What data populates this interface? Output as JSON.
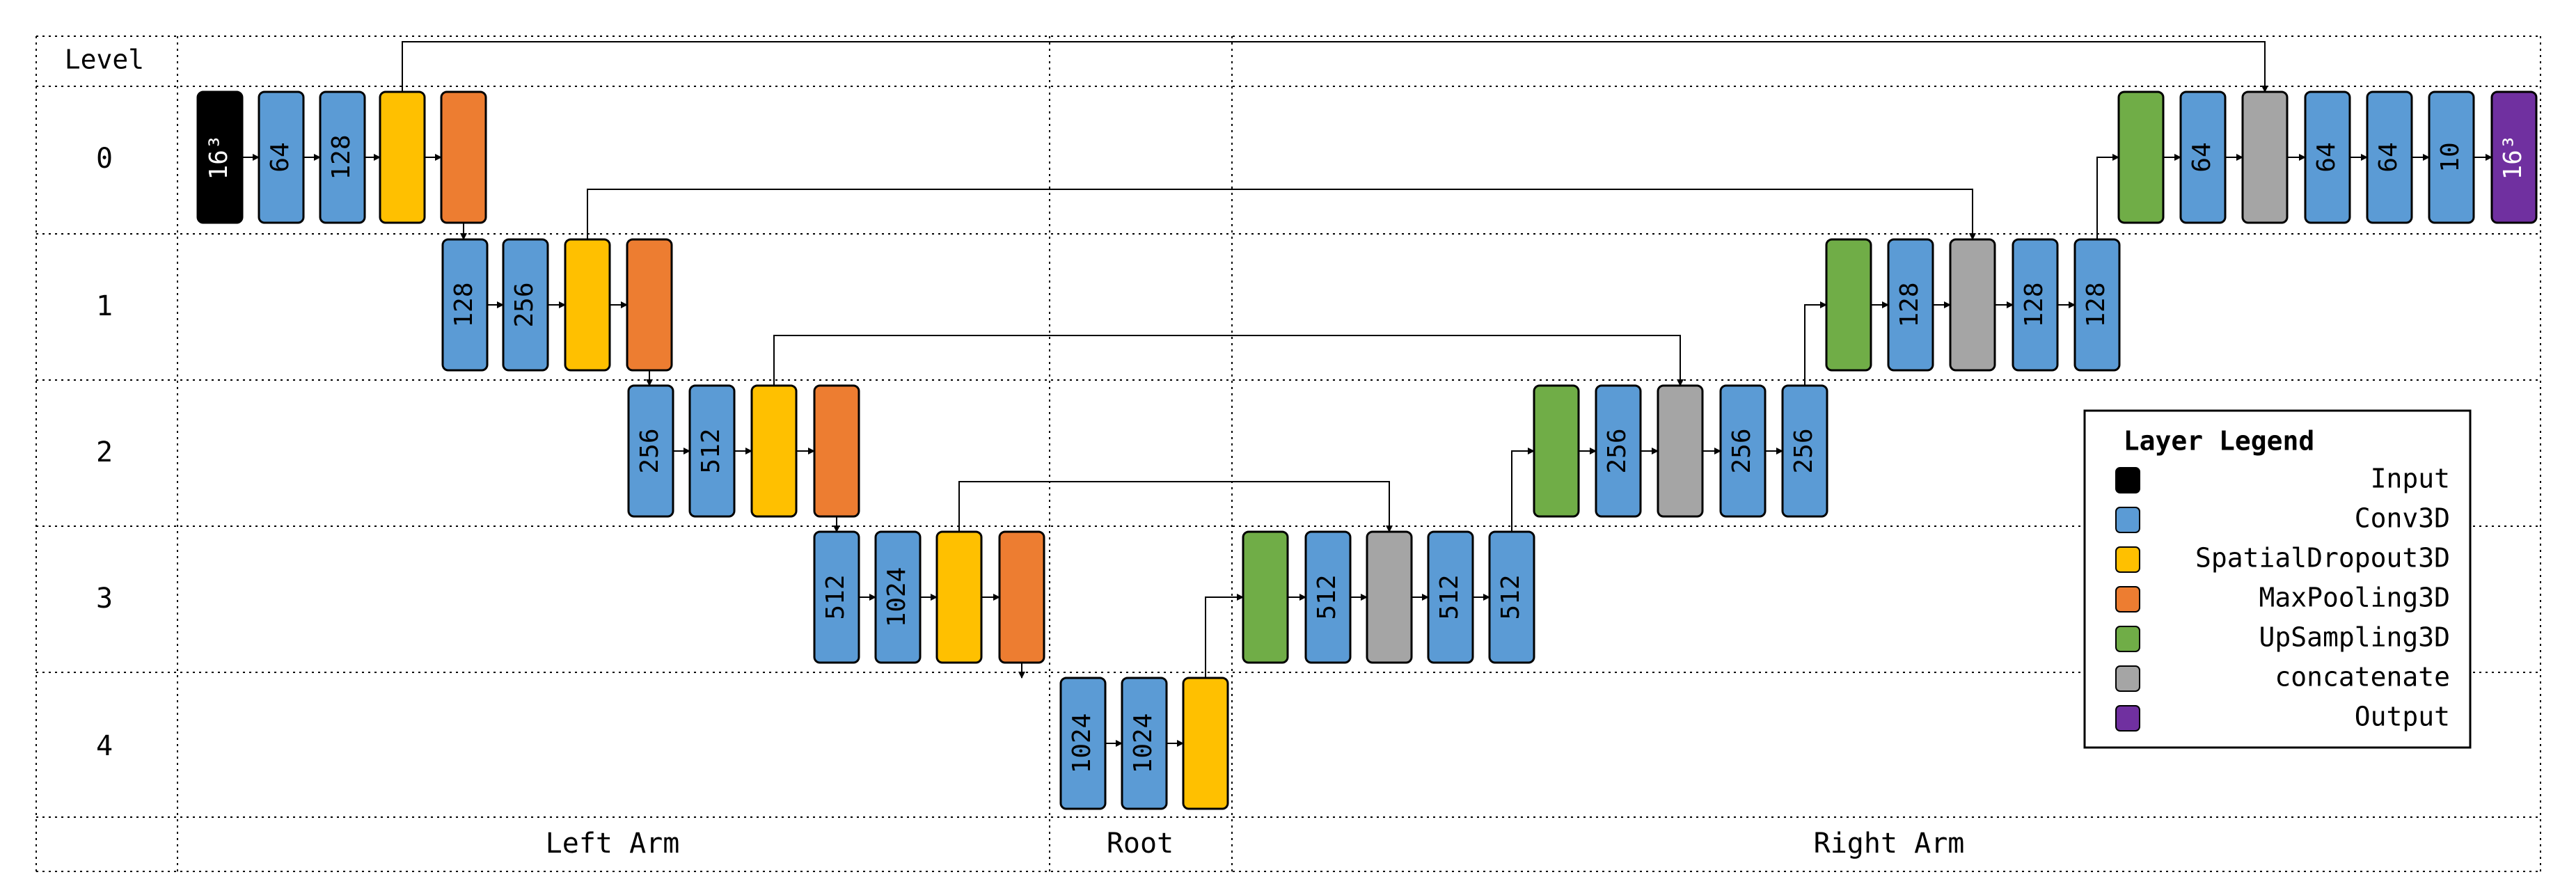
{
  "header": {
    "level_label": "Level"
  },
  "levels": [
    "0",
    "1",
    "2",
    "3",
    "4"
  ],
  "sections": {
    "left": "Left Arm",
    "root": "Root",
    "right": "Right Arm"
  },
  "colors": {
    "Input": "#000000",
    "Conv3D": "#5b9bd5",
    "SpatialDropout3D": "#ffc000",
    "MaxPooling3D": "#ed7d31",
    "UpSampling3D": "#70ad47",
    "concatenate": "#a5a5a5",
    "Output": "#7030a0"
  },
  "legend": {
    "title": "Layer Legend",
    "items": [
      {
        "type": "Input",
        "label": "Input"
      },
      {
        "type": "Conv3D",
        "label": "Conv3D"
      },
      {
        "type": "SpatialDropout3D",
        "label": "SpatialDropout3D"
      },
      {
        "type": "MaxPooling3D",
        "label": "MaxPooling3D"
      },
      {
        "type": "UpSampling3D",
        "label": "UpSampling3D"
      },
      {
        "type": "concatenate",
        "label": "concatenate"
      },
      {
        "type": "Output",
        "label": "Output"
      }
    ]
  },
  "blocks": [
    {
      "id": "in",
      "level": 0,
      "type": "Input",
      "label": "16³"
    },
    {
      "id": "c0a",
      "level": 0,
      "type": "Conv3D",
      "label": "64"
    },
    {
      "id": "c0b",
      "level": 0,
      "type": "Conv3D",
      "label": "128"
    },
    {
      "id": "d0",
      "level": 0,
      "type": "SpatialDropout3D",
      "label": ""
    },
    {
      "id": "p0",
      "level": 0,
      "type": "MaxPooling3D",
      "label": ""
    },
    {
      "id": "c1a",
      "level": 1,
      "type": "Conv3D",
      "label": "128"
    },
    {
      "id": "c1b",
      "level": 1,
      "type": "Conv3D",
      "label": "256"
    },
    {
      "id": "d1",
      "level": 1,
      "type": "SpatialDropout3D",
      "label": ""
    },
    {
      "id": "p1",
      "level": 1,
      "type": "MaxPooling3D",
      "label": ""
    },
    {
      "id": "c2a",
      "level": 2,
      "type": "Conv3D",
      "label": "256"
    },
    {
      "id": "c2b",
      "level": 2,
      "type": "Conv3D",
      "label": "512"
    },
    {
      "id": "d2",
      "level": 2,
      "type": "SpatialDropout3D",
      "label": ""
    },
    {
      "id": "p2",
      "level": 2,
      "type": "MaxPooling3D",
      "label": ""
    },
    {
      "id": "c3a",
      "level": 3,
      "type": "Conv3D",
      "label": "512"
    },
    {
      "id": "c3b",
      "level": 3,
      "type": "Conv3D",
      "label": "1024"
    },
    {
      "id": "d3",
      "level": 3,
      "type": "SpatialDropout3D",
      "label": ""
    },
    {
      "id": "p3",
      "level": 3,
      "type": "MaxPooling3D",
      "label": ""
    },
    {
      "id": "c4a",
      "level": 4,
      "type": "Conv3D",
      "label": "1024"
    },
    {
      "id": "c4b",
      "level": 4,
      "type": "Conv3D",
      "label": "1024"
    },
    {
      "id": "d4",
      "level": 4,
      "type": "SpatialDropout3D",
      "label": ""
    },
    {
      "id": "u3",
      "level": 3,
      "type": "UpSampling3D",
      "label": ""
    },
    {
      "id": "r3a",
      "level": 3,
      "type": "Conv3D",
      "label": "512"
    },
    {
      "id": "k3",
      "level": 3,
      "type": "concatenate",
      "label": ""
    },
    {
      "id": "r3b",
      "level": 3,
      "type": "Conv3D",
      "label": "512"
    },
    {
      "id": "r3c",
      "level": 3,
      "type": "Conv3D",
      "label": "512"
    },
    {
      "id": "u2",
      "level": 2,
      "type": "UpSampling3D",
      "label": ""
    },
    {
      "id": "r2a",
      "level": 2,
      "type": "Conv3D",
      "label": "256"
    },
    {
      "id": "k2",
      "level": 2,
      "type": "concatenate",
      "label": ""
    },
    {
      "id": "r2b",
      "level": 2,
      "type": "Conv3D",
      "label": "256"
    },
    {
      "id": "r2c",
      "level": 2,
      "type": "Conv3D",
      "label": "256"
    },
    {
      "id": "u1",
      "level": 1,
      "type": "UpSampling3D",
      "label": ""
    },
    {
      "id": "r1a",
      "level": 1,
      "type": "Conv3D",
      "label": "128"
    },
    {
      "id": "k1",
      "level": 1,
      "type": "concatenate",
      "label": ""
    },
    {
      "id": "r1b",
      "level": 1,
      "type": "Conv3D",
      "label": "128"
    },
    {
      "id": "r1c",
      "level": 1,
      "type": "Conv3D",
      "label": "128"
    },
    {
      "id": "u0",
      "level": 0,
      "type": "UpSampling3D",
      "label": ""
    },
    {
      "id": "r0a",
      "level": 0,
      "type": "Conv3D",
      "label": "64"
    },
    {
      "id": "k0",
      "level": 0,
      "type": "concatenate",
      "label": ""
    },
    {
      "id": "r0b",
      "level": 0,
      "type": "Conv3D",
      "label": "64"
    },
    {
      "id": "r0c",
      "level": 0,
      "type": "Conv3D",
      "label": "64"
    },
    {
      "id": "r0d",
      "level": 0,
      "type": "Conv3D",
      "label": "10"
    },
    {
      "id": "out",
      "level": 0,
      "type": "Output",
      "label": "16³"
    }
  ],
  "edges": [
    [
      "in",
      "c0a",
      "s"
    ],
    [
      "c0a",
      "c0b",
      "s"
    ],
    [
      "c0b",
      "d0",
      "s"
    ],
    [
      "d0",
      "p0",
      "s"
    ],
    [
      "p0",
      "c1a",
      "d"
    ],
    [
      "c1a",
      "c1b",
      "s"
    ],
    [
      "c1b",
      "d1",
      "s"
    ],
    [
      "d1",
      "p1",
      "s"
    ],
    [
      "p1",
      "c2a",
      "d"
    ],
    [
      "c2a",
      "c2b",
      "s"
    ],
    [
      "c2b",
      "d2",
      "s"
    ],
    [
      "d2",
      "p2",
      "s"
    ],
    [
      "p2",
      "c3a",
      "d"
    ],
    [
      "c3a",
      "c3b",
      "s"
    ],
    [
      "c3b",
      "d3",
      "s"
    ],
    [
      "d3",
      "p3",
      "s"
    ],
    [
      "p3",
      "c4a",
      "d"
    ],
    [
      "c4a",
      "c4b",
      "s"
    ],
    [
      "c4b",
      "d4",
      "s"
    ],
    [
      "d4",
      "u3",
      "u"
    ],
    [
      "u3",
      "r3a",
      "s"
    ],
    [
      "r3a",
      "k3",
      "s"
    ],
    [
      "k3",
      "r3b",
      "s"
    ],
    [
      "r3b",
      "r3c",
      "s"
    ],
    [
      "r3c",
      "u2",
      "u"
    ],
    [
      "u2",
      "r2a",
      "s"
    ],
    [
      "r2a",
      "k2",
      "s"
    ],
    [
      "k2",
      "r2b",
      "s"
    ],
    [
      "r2b",
      "r2c",
      "s"
    ],
    [
      "r2c",
      "u1",
      "u"
    ],
    [
      "u1",
      "r1a",
      "s"
    ],
    [
      "r1a",
      "k1",
      "s"
    ],
    [
      "k1",
      "r1b",
      "s"
    ],
    [
      "r1b",
      "r1c",
      "s"
    ],
    [
      "r1c",
      "u0",
      "u"
    ],
    [
      "u0",
      "r0a",
      "s"
    ],
    [
      "r0a",
      "k0",
      "s"
    ],
    [
      "k0",
      "r0b",
      "s"
    ],
    [
      "r0b",
      "r0c",
      "s"
    ],
    [
      "r0c",
      "r0d",
      "s"
    ],
    [
      "r0d",
      "out",
      "s"
    ],
    [
      "d0",
      "k0",
      "k"
    ],
    [
      "d1",
      "k1",
      "k"
    ],
    [
      "d2",
      "k2",
      "k"
    ],
    [
      "d3",
      "k3",
      "k"
    ]
  ]
}
